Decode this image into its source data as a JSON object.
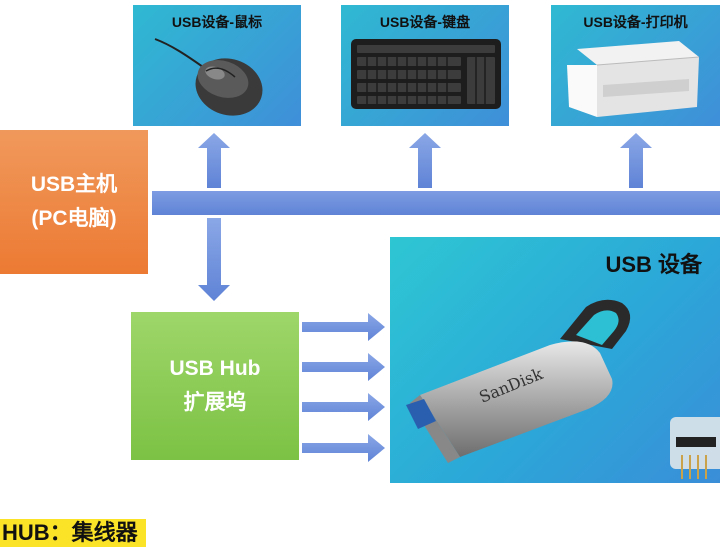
{
  "devices_top": [
    {
      "title": "USB设备-鼠标",
      "icon": "mouse-icon"
    },
    {
      "title": "USB设备-键盘",
      "icon": "keyboard-icon"
    },
    {
      "title": "USB设备-打印机",
      "icon": "printer-icon"
    }
  ],
  "host": {
    "line1": "USB主机",
    "line2": "(PC电脑)"
  },
  "hub": {
    "line1": "USB Hub",
    "line2": "扩展坞"
  },
  "usb_devices_panel": {
    "title": "USB 设备",
    "usb_drive_brand": "SanDisk"
  },
  "note": {
    "label": "HUB：集线器"
  },
  "colors": {
    "card_gradient_start": "#2fb9d2",
    "card_gradient_end": "#3f8fd8",
    "host_orange": "#ec7a33",
    "hub_green": "#7cc244",
    "bus_blue": "#6a8cda",
    "note_yellow": "#fbe327"
  }
}
